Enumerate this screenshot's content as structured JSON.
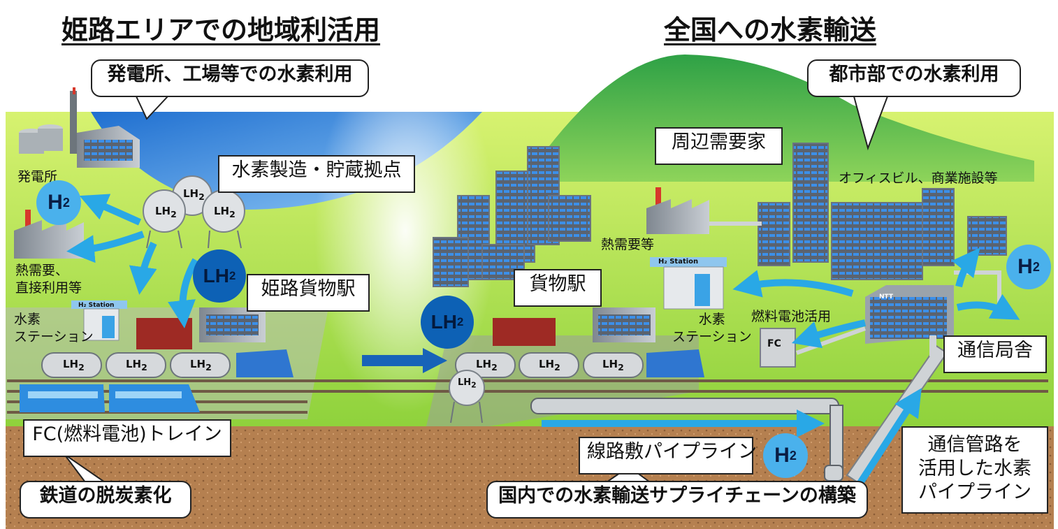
{
  "headings": {
    "left": "姫路エリアでの地域利活用",
    "right": "全国への水素輸送"
  },
  "callouts": {
    "power_factory": "発電所、工場等での水素利用",
    "urban_use": "都市部での水素利用",
    "railway": "鉄道の脱炭素化",
    "supply_chain": "国内での水素輸送サプライチェーンの構築"
  },
  "boxes": {
    "production_base": "水素製造・貯蔵拠点",
    "himeji_station": "姫路貨物駅",
    "freight_station": "貨物駅",
    "nearby_demand": "周辺需要家",
    "telecom_building": "通信局舎",
    "fc_train": "FC(燃料電池)トレイン",
    "track_pipeline": "線路敷パイプライン",
    "telecom_pipeline_lines": [
      "通信管路を",
      "活用した水素",
      "パイプライン"
    ]
  },
  "plain_labels": {
    "power_plant": "発電所",
    "heat_demand_lines": [
      "熱需要、",
      "直接利用等"
    ],
    "h2_station_left_lines": [
      "水素",
      "ステーション"
    ],
    "heat_demand_right": "熱需要等",
    "office_commercial": "オフィスビル、商業施設等",
    "h2_station_right_lines": [
      "水素",
      "ステーション"
    ],
    "fuel_cell_use": "燃料電池活用",
    "fc": "FC",
    "station_sign": "H₂ Station",
    "ntt": "NTT"
  },
  "badges": {
    "h2": "H",
    "lh2": "LH",
    "sub": "2"
  },
  "colors": {
    "sky": "#2c86dd",
    "grass": "#c9ec55",
    "mountain": "#3bb34a",
    "soil": "#b07a4c",
    "rail": "#6f5a45",
    "h2_badge": "#4ab1ec",
    "lh2_badge": "#0d61b5",
    "arrow": "#29a8e6"
  }
}
